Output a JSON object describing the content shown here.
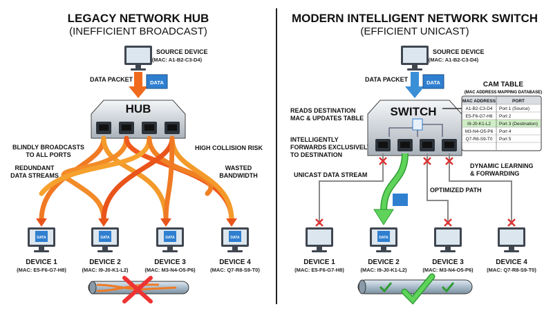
{
  "left": {
    "title": "LEGACY NETWORK HUB",
    "subtitle": "(INEFFICIENT BROADCAST)",
    "source_label": "SOURCE DEVICE",
    "source_mac": "(MAC: A1-B2-C3-D4)",
    "packet_label": "DATA PACKET",
    "packet_text": "DATA",
    "hub_label": "HUB",
    "annotations": {
      "broadcast": [
        "BLINDLY BROADCASTS",
        "TO ALL PORTS"
      ],
      "redundant": [
        "REDUNDANT",
        "DATA STREAMS"
      ],
      "collision": "HIGH COLLISION RISK",
      "wasted": [
        "WASTED",
        "BANDWIDTH"
      ]
    },
    "devices": [
      {
        "name": "DEVICE 1",
        "mac": "(MAC: E5-F6-G7-H8)",
        "screen": "DATA"
      },
      {
        "name": "DEVICE 2",
        "mac": "(MAC: I9-J0-K1-L2)",
        "screen": "DATA"
      },
      {
        "name": "DEVICE 3",
        "mac": "(MAC: M3-N4-O5-P6)",
        "screen": "DATA"
      },
      {
        "name": "DEVICE 4",
        "mac": "(MAC: Q7-R8-S9-T0)",
        "screen": "DATA"
      }
    ]
  },
  "right": {
    "title": "MODERN INTELLIGENT NETWORK SWITCH",
    "subtitle": "(EFFICIENT UNICAST)",
    "source_label": "SOURCE DEVICE",
    "source_mac": "(MAC: A1-B2-C3-D4)",
    "packet_label": "DATA PACKET",
    "packet_text": "DATA",
    "switch_label": "SWITCH",
    "annotations": {
      "reads": [
        "READS DESTINATION",
        "MAC & UPDATES TABLE"
      ],
      "forwards": [
        "INTELLIGENTLY",
        "FORWARDS EXCLUSIVELY",
        "TO DESTINATION"
      ],
      "unicast": "UNICAST DATA STREAM",
      "dynamic": [
        "DYNAMIC LEARNING",
        "& FORWARDING"
      ],
      "optimized": "OPTIMIZED PATH"
    },
    "cam_table": {
      "title": "CAM TABLE",
      "subtitle": "(MAC ADDRESS MAPPING DATABASE)",
      "headers": [
        "MAC ADDRESS",
        "PORT"
      ],
      "rows": [
        [
          "A1-B2-C3-D4",
          "Port 1 (Source)"
        ],
        [
          "E5-F6-G7-H8",
          "Port 2"
        ],
        [
          "I9-J0-K1-L2",
          "Port 3 (Destination)"
        ],
        [
          "M3-N4-O5-P6",
          "Port 4"
        ],
        [
          "Q7-R8-S9-T0",
          "Port 5"
        ]
      ],
      "highlight_row": 2
    },
    "devices": [
      {
        "name": "DEVICE 1",
        "mac": "(MAC: E5-F6-G7-H8)",
        "status": "blocked"
      },
      {
        "name": "DEVICE 2",
        "mac": "(MAC: I9-J0-K1-L2)",
        "status": "received",
        "screen": "DATA"
      },
      {
        "name": "DEVICE 3",
        "mac": "(MAC: M3-N4-O5-P6)",
        "status": "blocked"
      },
      {
        "name": "DEVICE 4",
        "mac": "(MAC: Q7-R8-S9-T0)",
        "status": "blocked"
      }
    ]
  },
  "colors": {
    "hub_arrow": "#f06a1e",
    "switch_arrow": "#3b8fd6",
    "unicast": "#4cc94a",
    "blocked": "#d33",
    "cam_highlight": "#cfeec5"
  }
}
